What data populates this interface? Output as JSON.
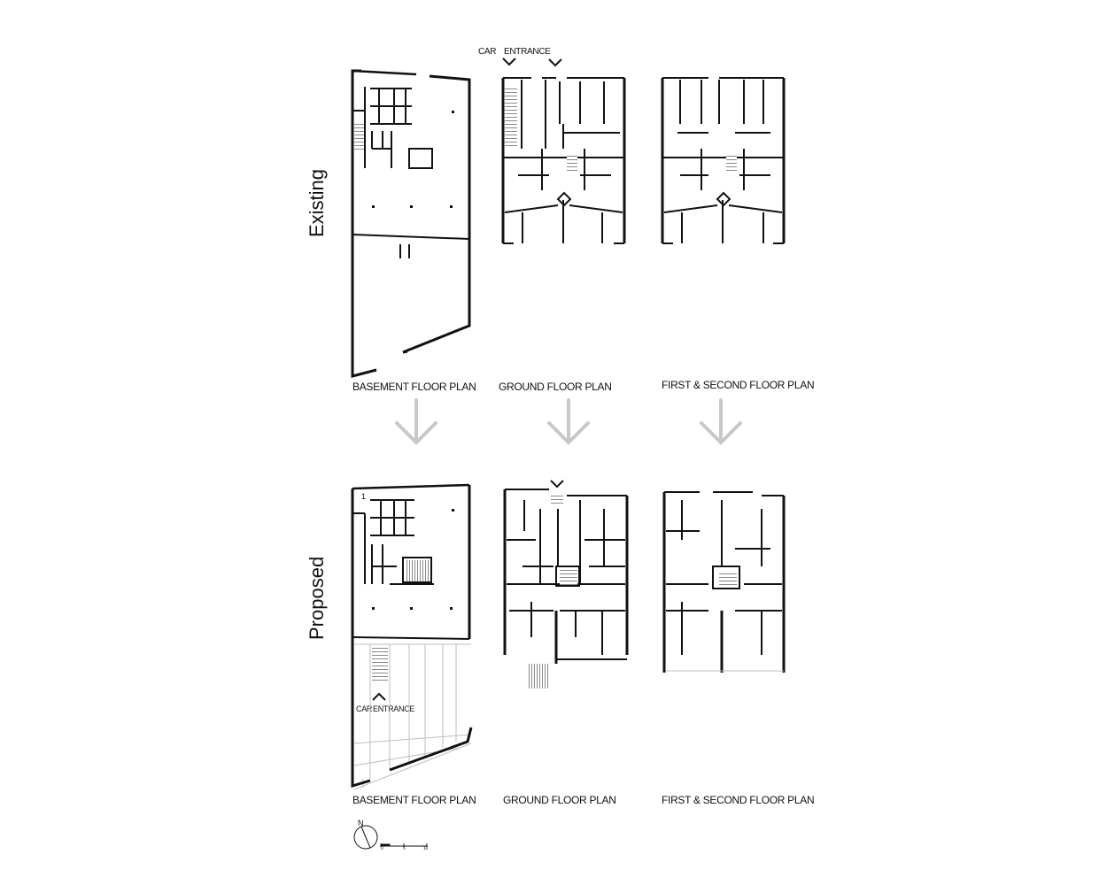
{
  "rows": {
    "existing": "Existing",
    "proposed": "Proposed"
  },
  "labels": {
    "basement": "BASEMENT FLOOR PLAN",
    "ground": "GROUND FLOOR PLAN",
    "first_second": "FIRST & SECOND  FLOOR  PLAN"
  },
  "annotations": {
    "car": "CAR",
    "entrance": "ENTRANCE",
    "unit_number": "1"
  },
  "compass": {
    "north": "N"
  },
  "scale_bar": {
    "ticks": [
      "0",
      "5",
      "10"
    ]
  },
  "colors": {
    "ink": "#111111",
    "arrow": "#c8c8c8",
    "hatch": "#9a9a9a",
    "light": "#bdbdbd"
  }
}
